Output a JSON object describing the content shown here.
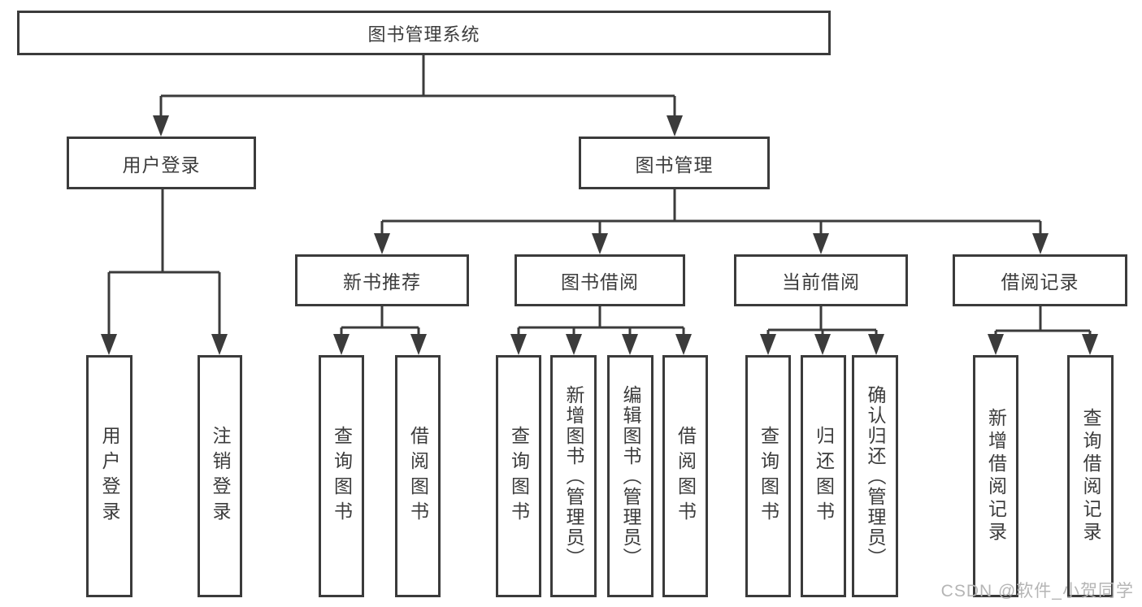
{
  "tree": {
    "root": {
      "label": "图书管理系统"
    },
    "user_login": {
      "label": "用户登录",
      "children": [
        {
          "label": "用户登录"
        },
        {
          "label": "注销登录"
        }
      ]
    },
    "book_mgmt": {
      "label": "图书管理",
      "children": [
        {
          "label": "新书推荐",
          "children": [
            {
              "label": "查询图书"
            },
            {
              "label": "借阅图书"
            }
          ]
        },
        {
          "label": "图书借阅",
          "children": [
            {
              "label": "查询图书"
            },
            {
              "label": "新增图书（管理员）"
            },
            {
              "label": "编辑图书（管理员）"
            },
            {
              "label": "借阅图书"
            }
          ]
        },
        {
          "label": "当前借阅",
          "children": [
            {
              "label": "查询图书"
            },
            {
              "label": "归还图书"
            },
            {
              "label": "确认归还（管理员）"
            }
          ]
        },
        {
          "label": "借阅记录",
          "children": [
            {
              "label": "新增借阅记录"
            },
            {
              "label": "查询借阅记录"
            }
          ]
        }
      ]
    }
  },
  "watermark": {
    "text": "CSDN @软件_小贺同学"
  },
  "colors": {
    "line": "#3b3b3b",
    "text": "#3c3c3c",
    "watermark": "#b5b5b5",
    "background": "#ffffff"
  }
}
